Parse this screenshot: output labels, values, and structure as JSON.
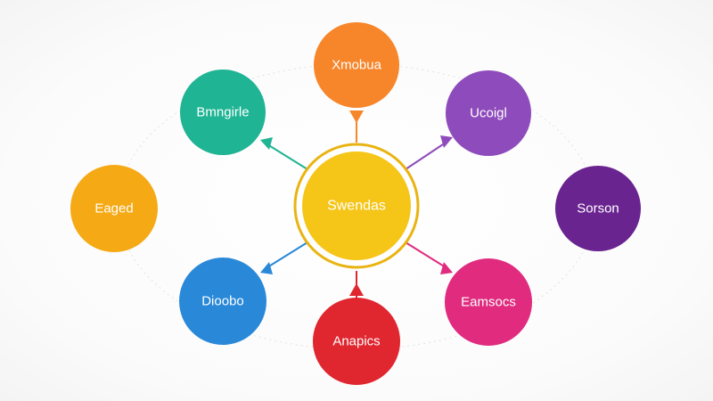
{
  "hub": {
    "label": "Swendas",
    "color": "#f5c518",
    "ring_color": "#e9b412"
  },
  "nodes": [
    {
      "id": "top",
      "label": "Xmobua",
      "color": "#f7852a",
      "connector": "pointer-down"
    },
    {
      "id": "upper-left",
      "label": "Bmngirle",
      "color": "#1fb494",
      "connector": "arrow"
    },
    {
      "id": "upper-right",
      "label": "Ucoigl",
      "color": "#8e4bbb",
      "connector": "arrow"
    },
    {
      "id": "left",
      "label": "Eaged",
      "color": "#f5a914",
      "connector": "none"
    },
    {
      "id": "right",
      "label": "Sorson",
      "color": "#6a2490",
      "connector": "none"
    },
    {
      "id": "lower-left",
      "label": "Dioobo",
      "color": "#2a88d8",
      "connector": "arrow"
    },
    {
      "id": "bottom",
      "label": "Anapics",
      "color": "#e0262f",
      "connector": "pointer-up"
    },
    {
      "id": "lower-right",
      "label": "Eamsocs",
      "color": "#e02b7f",
      "connector": "arrow"
    }
  ],
  "background_orbit_color": "#e6e6e6"
}
